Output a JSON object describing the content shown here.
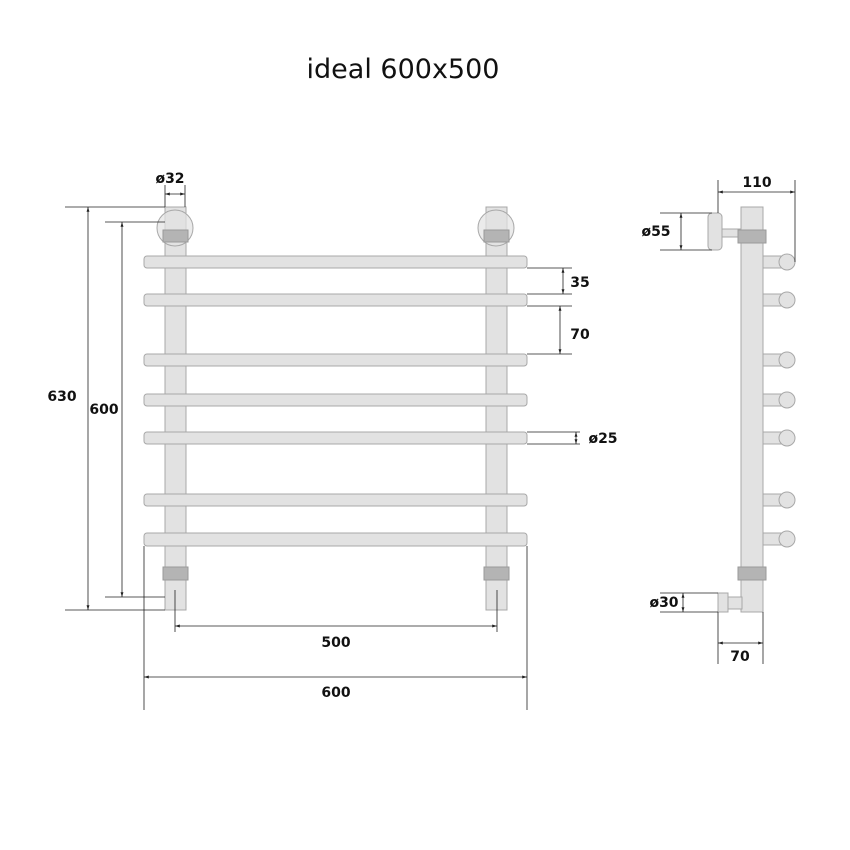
{
  "title": "ideal 600x500",
  "front_view": {
    "rail_count": 7,
    "dimensions": {
      "total_height": "630",
      "axis_height": "600",
      "post_diameter": "32",
      "rail_gap_small": "35",
      "rail_gap_large": "70",
      "rail_diameter": "25",
      "center_distance": "500",
      "total_width": "600"
    }
  },
  "side_view": {
    "dimensions": {
      "depth": "110",
      "mount_diameter": "55",
      "outlet_diameter": "30",
      "outlet_depth": "70"
    }
  },
  "diameter_symbol": "ø"
}
